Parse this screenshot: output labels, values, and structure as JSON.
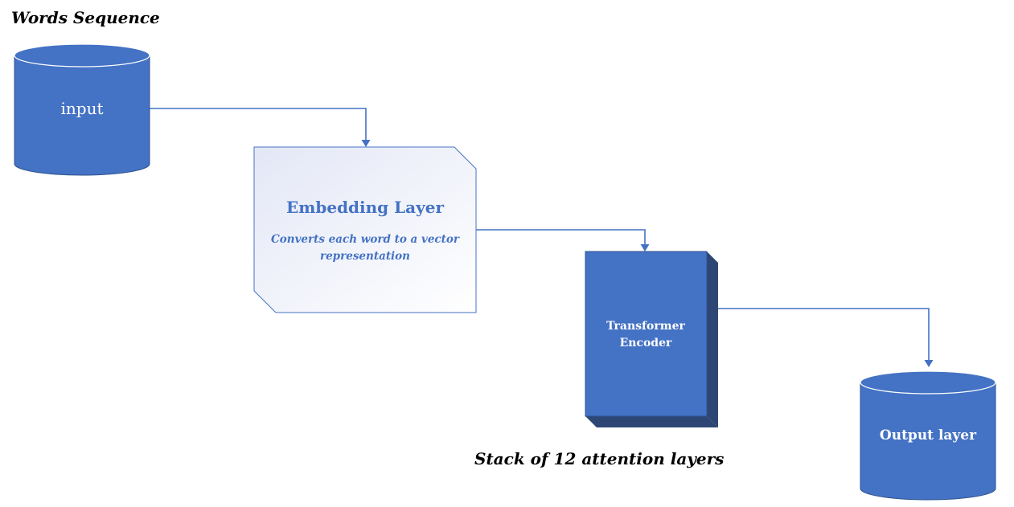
{
  "title": "Words Sequence",
  "colors": {
    "node_fill": "#4472C4",
    "node_stroke": "#2F528F",
    "node_dark": "#2E4674",
    "edge": "#4472C4",
    "embedding_text": "#4472C4",
    "embedding_fill_top": "#E3E7F6",
    "embedding_stroke": "#4472C4"
  },
  "nodes": {
    "input": {
      "label": "input",
      "shape": "cylinder"
    },
    "embedding": {
      "title": "Embedding Layer",
      "subtitle_line1": "Converts each word to a vector",
      "subtitle_line2": "representation",
      "shape": "snipped-rectangle"
    },
    "encoder": {
      "label_line1": "Transformer",
      "label_line2": "Encoder",
      "shape": "3d-box"
    },
    "output": {
      "label": "Output layer",
      "shape": "cylinder"
    }
  },
  "edges": [
    {
      "from": "input",
      "to": "embedding"
    },
    {
      "from": "embedding",
      "to": "encoder"
    },
    {
      "from": "encoder",
      "to": "output"
    }
  ],
  "caption": "Stack of 12 attention layers"
}
